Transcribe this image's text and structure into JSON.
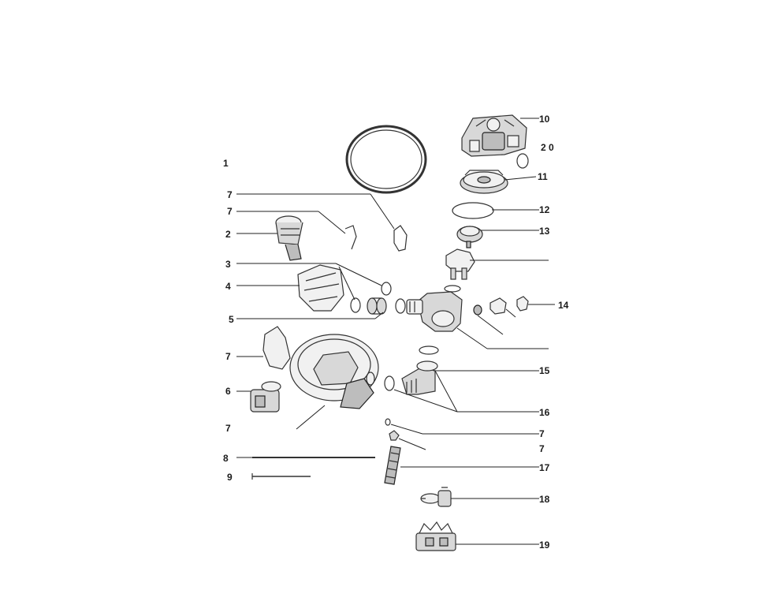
{
  "diagram": {
    "labels": {
      "l1": "1",
      "l2": "2",
      "l3": "3",
      "l4": "4",
      "l5": "5",
      "l6": "6",
      "l7a": "7",
      "l7b": "7",
      "l7c": "7",
      "l7d": "7",
      "l7e": "7",
      "l7f": "7",
      "l8": "8",
      "l9": "9",
      "l10": "10",
      "l11": "11",
      "l12": "12",
      "l13": "13",
      "l14": "14",
      "l15": "15",
      "l16": "16",
      "l17": "17",
      "l18": "18",
      "l19": "19",
      "l20": "2 0"
    }
  }
}
